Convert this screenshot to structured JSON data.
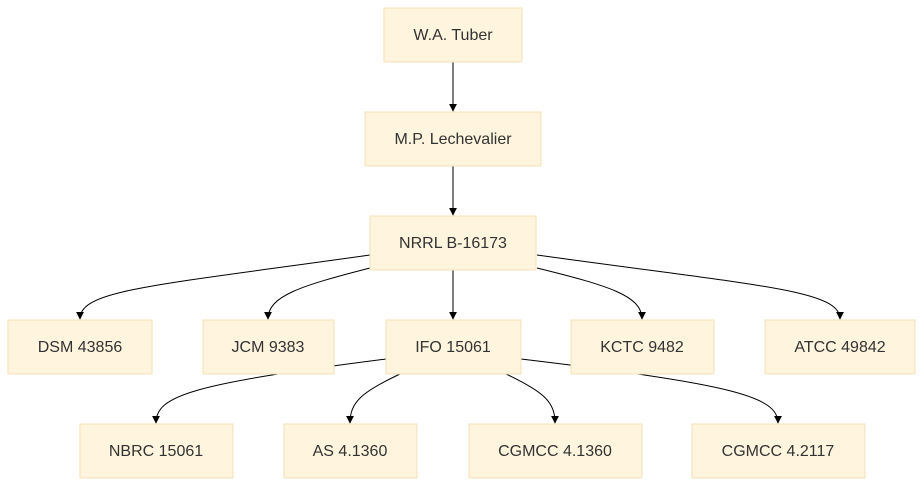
{
  "diagram": {
    "nodes": {
      "tuber": "W.A. Tuber",
      "lechevalier": "M.P. Lechevalier",
      "nrrl": "NRRL B-16173",
      "dsm": "DSM 43856",
      "jcm": "JCM 9383",
      "ifo": "IFO 15061",
      "kctc": "KCTC 9482",
      "atcc": "ATCC 49842",
      "nbrc": "NBRC 15061",
      "as": "AS 4.1360",
      "cgmcc1": "CGMCC 4.1360",
      "cgmcc2": "CGMCC 4.2117"
    },
    "edges": [
      [
        "tuber",
        "lechevalier"
      ],
      [
        "lechevalier",
        "nrrl"
      ],
      [
        "nrrl",
        "dsm"
      ],
      [
        "nrrl",
        "jcm"
      ],
      [
        "nrrl",
        "ifo"
      ],
      [
        "nrrl",
        "kctc"
      ],
      [
        "nrrl",
        "atcc"
      ],
      [
        "ifo",
        "nbrc"
      ],
      [
        "ifo",
        "as"
      ],
      [
        "ifo",
        "cgmcc1"
      ],
      [
        "ifo",
        "cgmcc2"
      ]
    ]
  }
}
